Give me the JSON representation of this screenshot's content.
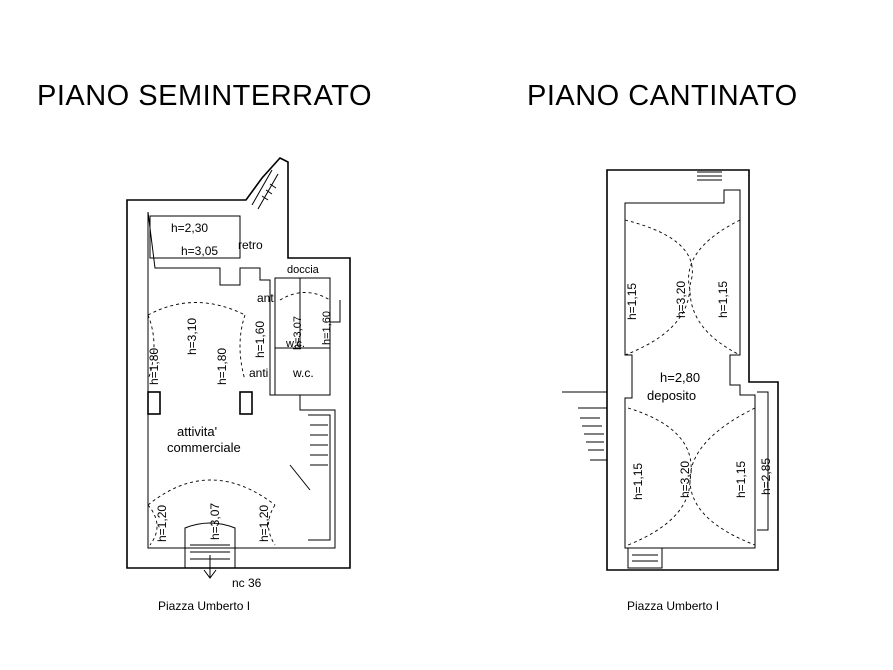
{
  "titles": {
    "left": "PIANO SEMINTERRATO",
    "right": "PIANO CANTINATO"
  },
  "seminterrato": {
    "heights": {
      "top_a": "h=2,30",
      "top_b": "h=3,05",
      "main_left": "h=1,80",
      "main_center": "h=3,10",
      "main_right": "h=1,80",
      "low_left": "h=1,20",
      "low_center": "h=3,07",
      "low_right": "h=1,20",
      "anti_h": "h=1,60",
      "wc_center": "h=3,07",
      "wc_right": "h=1,60"
    },
    "rooms": {
      "retro": "retro",
      "doccia": "doccia",
      "anti_top": "anti",
      "anti_bottom": "anti",
      "wc_top": "w.c.",
      "wc_bottom": "w.c.",
      "attivita_line1": "attivita'",
      "attivita_line2": "commerciale"
    },
    "civic": "nc 36",
    "street": "Piazza Umberto I"
  },
  "cantinato": {
    "heights": {
      "top_left": "h=1,15",
      "top_center": "h=3,20",
      "top_right": "h=1,15",
      "mid": "h=2,80",
      "low_left": "h=1,15",
      "low_center": "h=3,20",
      "low_right": "h=1,15",
      "side": "h=2,85"
    },
    "rooms": {
      "deposito": "deposito"
    },
    "street": "Piazza Umberto I"
  }
}
